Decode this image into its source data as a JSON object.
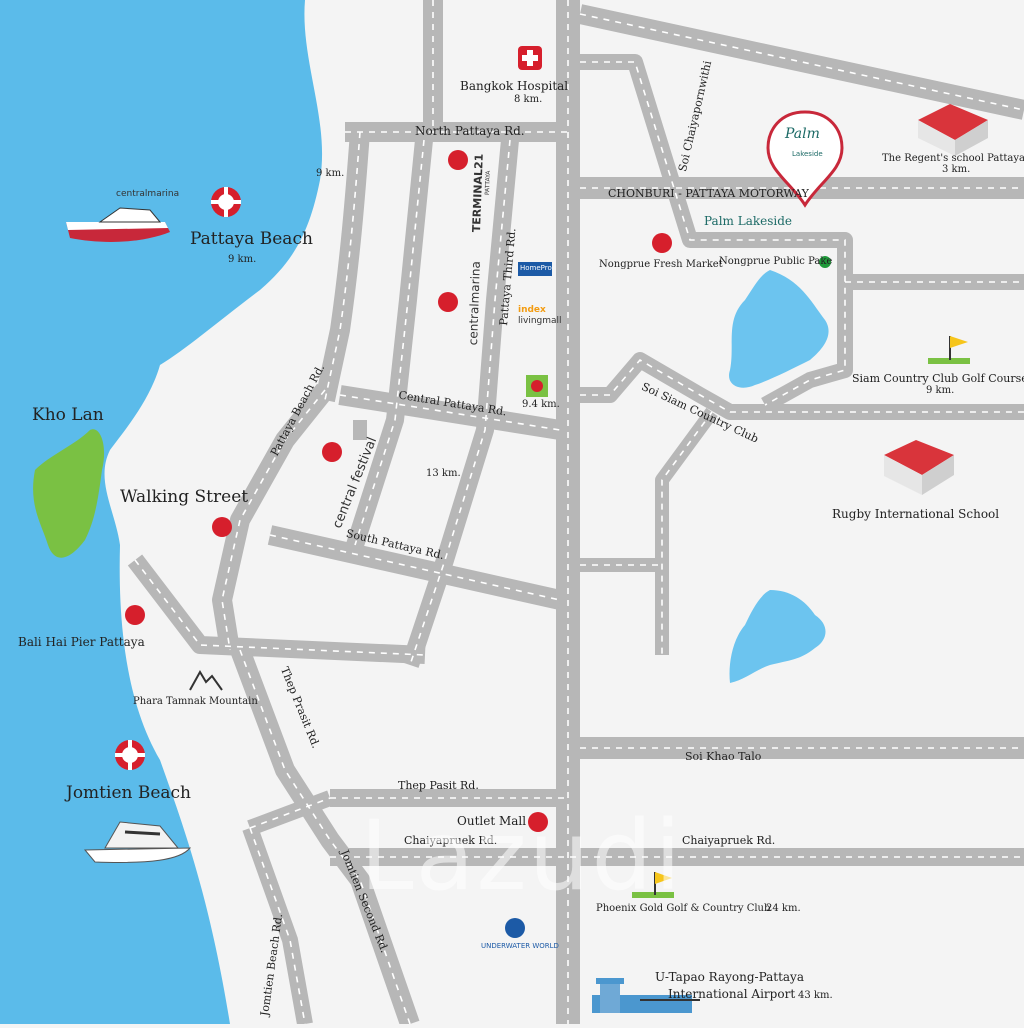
{
  "map": {
    "places": {
      "bangkok_hospital": "Bangkok Hospital",
      "bangkok_hospital_dist": "8 km.",
      "pattaya_beach": "Pattaya Beach",
      "pattaya_beach_dist": "9 km.",
      "beach_top_dist": "9 km.",
      "kho_lan": "Kho Lan",
      "walking_street": "Walking Street",
      "bali_hai": "Bali Hai Pier Pattaya",
      "phara_tamnak": "Phara Tamnak Mountain",
      "jomtien_beach": "Jomtien Beach",
      "palm_lakeside": "Palm Lakeside",
      "nongprue_fresh_market": "Nongprue Fresh Market",
      "nongprue_public_park": "Nongprue Public Pake",
      "regents_school": "The Regent's school Pattaya",
      "regents_dist": "3 km.",
      "siam_country_club": "Siam Country Club Golf Course",
      "siam_dist": "9 km.",
      "rugby_school": "Rugby International School",
      "outlet_mall": "Outlet Mall",
      "phoenix_gold": "Phoenix Gold Golf & Country Club",
      "phoenix_dist": "24 km.",
      "utapao_line1": "U-Tapao Rayong-Pattaya",
      "utapao_line2": "International Airport",
      "utapao_dist": "43 km.",
      "central_festival_dist": "13 km.",
      "bigc_dist": "9.4 km."
    },
    "roads": {
      "north_pattaya": "North Pattaya Rd.",
      "central_pattaya": "Central Pattaya Rd.",
      "south_pattaya": "South Pattaya Rd.",
      "pattaya_beach_rd": "Pattaya Beach Rd.",
      "pattaya_third": "Pattaya Third Rd.",
      "motorway": "CHONBURI - PATTAYA MOTORWAY",
      "soi_chaiyapornwithi": "Soi Chaiyapornwithi",
      "soi_siam_cc": "Soi Siam Country Club",
      "soi_khao_talo": "Soi Khao Talo",
      "thep_pasit": "Thep Pasit Rd.",
      "chaiyapruek_left": "Chaiyapruek Rd.",
      "chaiyapruek_right": "Chaiyapruek Rd.",
      "thep_prasit_vertical": "Thep Prasit Rd.",
      "jomtien_second": "Jomtien Second Rd.",
      "jomtien_beach_rd": "Jomtien Beach Rd."
    },
    "brands": {
      "central_marina_boat": "centralmarina",
      "terminal21": "TERMINAL21",
      "terminal21_sub": "PATTAYA",
      "central_marina": "centralmarina",
      "homepro": "HomePro",
      "index_living": "index",
      "index_living_sub": "livingmall",
      "central_festival": "central festival",
      "underwater_world": "UNDERWATER WORLD",
      "palm_logo": "Palm",
      "palm_logo_sub": "Lakeside"
    },
    "watermark": "Lazudi",
    "colors": {
      "sea": "#5bbbea",
      "land": "#f4f4f4",
      "road": "#b7b7b7",
      "lake": "#6cc4ef",
      "island": "#7ac143",
      "poi": "#d61f2c",
      "park": "#1f9a3a"
    }
  }
}
